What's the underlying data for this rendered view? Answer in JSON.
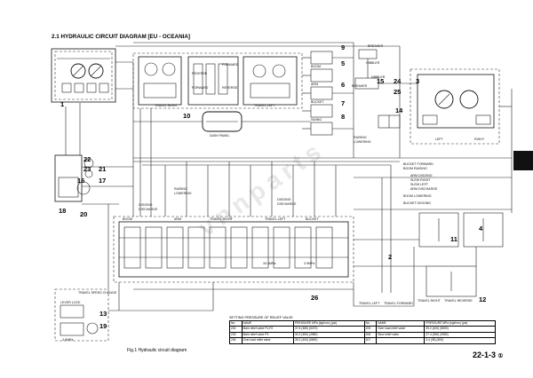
{
  "page": {
    "title": "2.1 HYDRAULIC CIRCUIT DIAGRAM [EU - OCEANIA]",
    "caption": "Fig.1 Hydraulic circuit diagram",
    "page_number": "22-1-3",
    "page_number_suffix": "①",
    "watermark": "vnnparts"
  },
  "callouts": [
    "1",
    "2",
    "3",
    "4",
    "5",
    "6",
    "7",
    "8",
    "9",
    "10",
    "11",
    "12",
    "13",
    "14",
    "15",
    "16",
    "17",
    "18",
    "19",
    "20",
    "21",
    "22",
    "23",
    "24",
    "25",
    "26"
  ],
  "labels": {
    "travel_right": "TRAVEL RIGHT",
    "travel_left": "TRAVEL LEFT",
    "reverse": "REVERSE",
    "forward": "FORWARD",
    "breaker": "BREAKER",
    "nibbler": "NIBBLER",
    "boom": "BOOM",
    "arm": "ARM",
    "bucket": "BUCKET",
    "swing": "SWING",
    "dash_panel": "DASH PANEL",
    "raising": "RAISING",
    "lowering": "LOWERING",
    "right": "RIGHT",
    "left": "LEFT",
    "bucket_forward": "BUCKET FORWARD",
    "boom_raising": "BOOM RAISING",
    "arm_digging": "ARM DIGGING",
    "slew_right": "SLEW RIGHT",
    "slew_left": "SLEW LEFT",
    "arm_discharge": "ARM DISCHARGE",
    "boom_lowering": "BOOM LOWERING",
    "bucket_digging": "BUCKET DIGGING",
    "digging": "DIGGING",
    "discharge": "DISCHARGE",
    "travel_reverse": "TRAVEL REVERSE",
    "travel_forward": "TRAVEL FORWARD",
    "travel_speed_change": "TRAVEL SPEED CHANGE",
    "lever_lock": "LEVER LOCK",
    "pressure_1": "34.3MPa",
    "pressure_2": "3.9MPa"
  },
  "relief_table": {
    "title": "SETTING PRESSURE OF RELIEF VALVE",
    "headers": [
      "No.",
      "NAME",
      "PRESSURE MPa (kgf/cm²) (psi)",
      "No.",
      "NAME",
      "PRESSURE MPa (kgf/cm²) (psi)"
    ],
    "rows": [
      [
        "202",
        "Main relief valve P1,P2",
        "37.8 (385) (5470)",
        "205",
        "Over load relief valve",
        "39.2 (400) (5690)"
      ],
      [
        "203",
        "Main relief valve P3",
        "34.3 (350) (4980)",
        "206",
        "Slew relief valve",
        "27.4 (280) (3980)"
      ],
      [
        "204",
        "Over load relief valve",
        "39.2 (400) (5690)",
        "207",
        "",
        "3.4 (35) (500)"
      ]
    ]
  }
}
